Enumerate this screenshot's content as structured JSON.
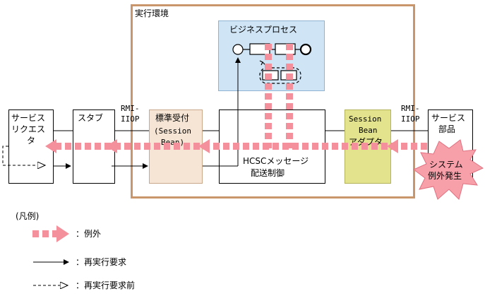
{
  "runtime_env": {
    "label": "実行環境"
  },
  "business_process": {
    "label": "ビジネスプロセス"
  },
  "service_requester": {
    "line1": "サービス",
    "line2": "リクエス",
    "line3": "タ"
  },
  "stub": {
    "label": "スタブ"
  },
  "rmi_iiop_left": {
    "line1": "RMI-",
    "line2": "IIOP"
  },
  "standard_receiver": {
    "line1": "標準受付",
    "line2": "(Session",
    "line3": "Bean)"
  },
  "hcsc_delivery": {
    "line1": "HCSCメッセージ",
    "line2": "配送制御"
  },
  "session_bean_adapter": {
    "line1": "Session",
    "line2": "Bean",
    "line3": "アダプタ"
  },
  "rmi_iiop_right": {
    "line1": "RMI-",
    "line2": "IIOP"
  },
  "service_component": {
    "line1": "サービス",
    "line2": "部品"
  },
  "system_exception": {
    "line1": "システム",
    "line2": "例外発生"
  },
  "legend": {
    "title": "(凡例)",
    "exception": "：例外",
    "reexecution": "：再実行要求",
    "before_reexecution": "：再実行要求前"
  },
  "colors": {
    "env_border": "#c9956a",
    "bp_fill": "#cfe5f6",
    "receiver_fill": "#f6e5d4",
    "adapter_fill": "#e2e38c",
    "exception_arrow": "#f4909b",
    "burst_fill": "#f8a0aa"
  }
}
